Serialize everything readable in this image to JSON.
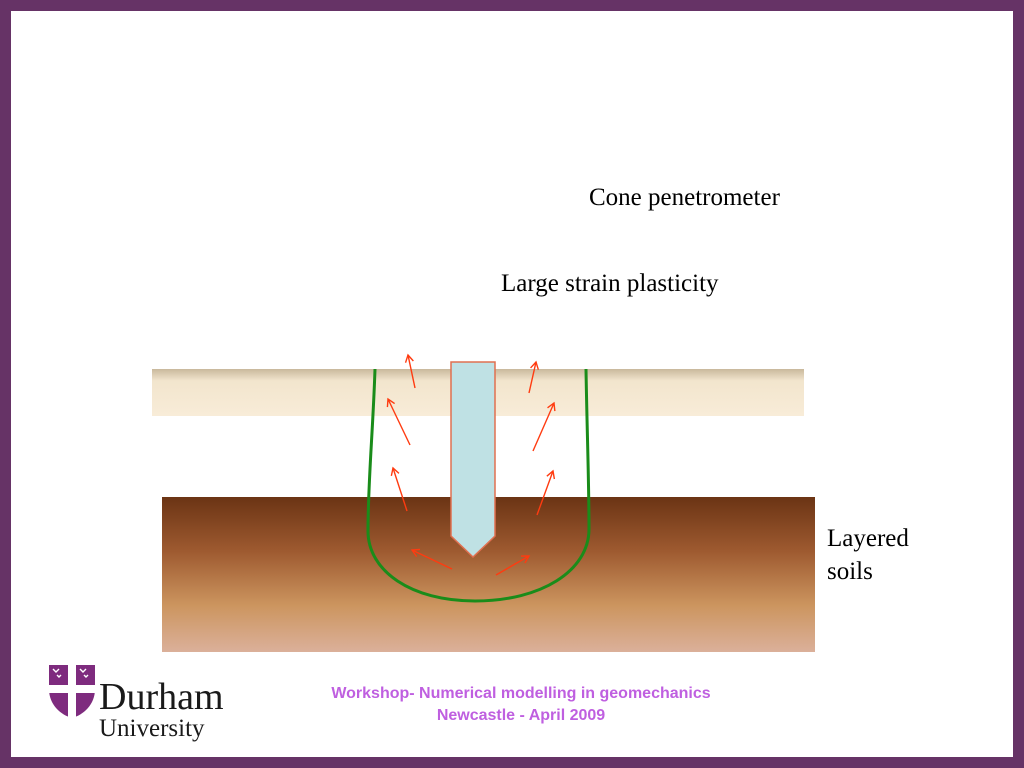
{
  "diagram": {
    "labels": {
      "cone": "Cone penetrometer",
      "strain": "Large strain plasticity",
      "soils": "Layered soils"
    }
  },
  "footer": {
    "line1": "Workshop- Numerical modelling in geomechanics",
    "line2": "Newcastle - April 2009"
  },
  "logo": {
    "name": "Durham",
    "sub": "University"
  },
  "colors": {
    "frame": "#663366",
    "accent_text": "#bf5fe0",
    "upper_layer": "#f7ebd6",
    "arrow": "#ff3b10",
    "plastic_zone": "#1a8c1a",
    "cone_fill": "#bfe1e4",
    "cone_stroke": "#e07050"
  }
}
